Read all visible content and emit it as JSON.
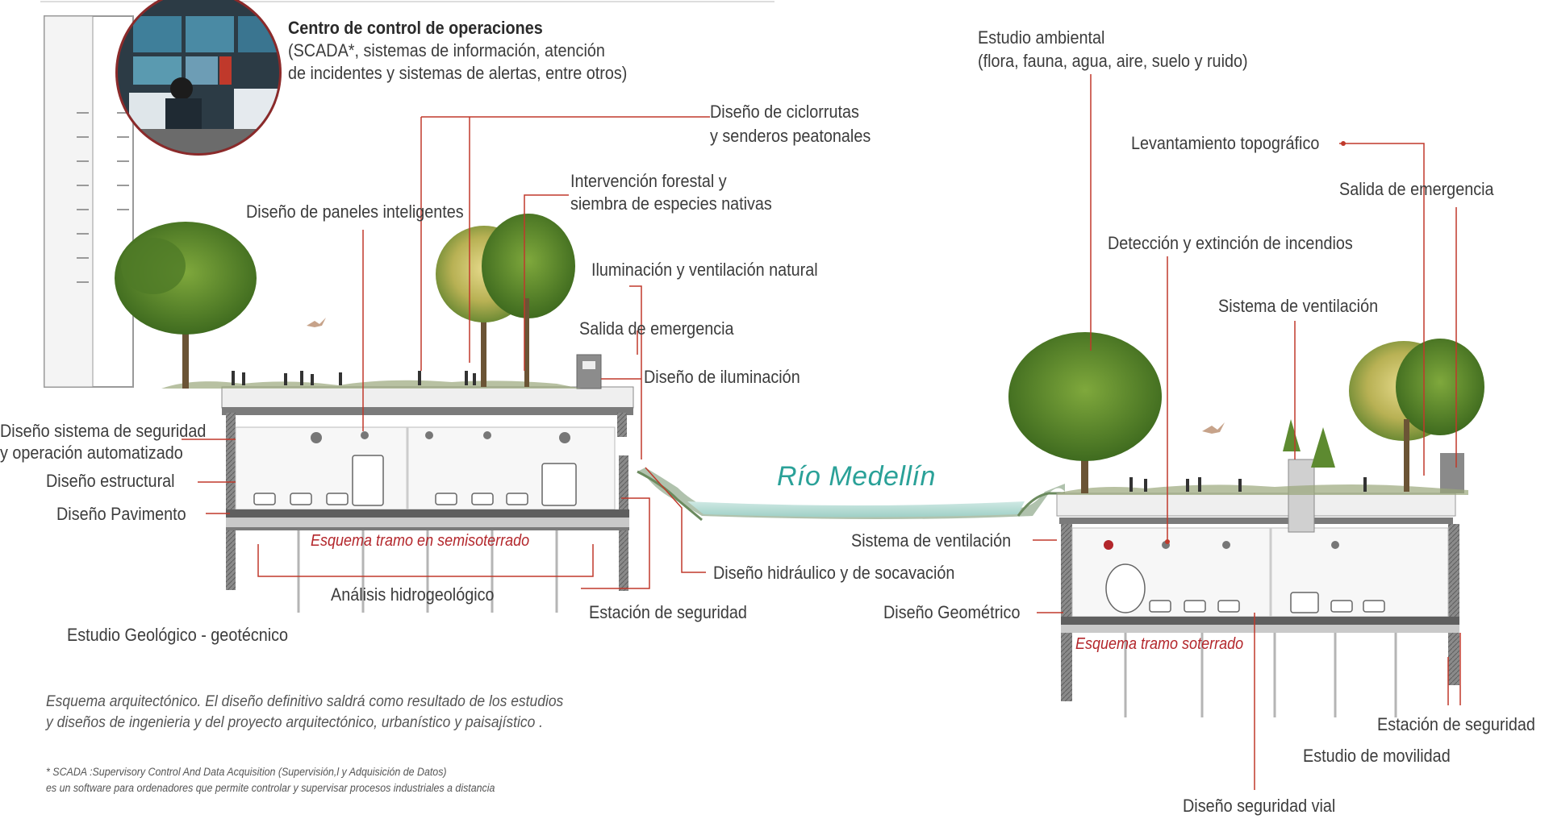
{
  "control_center": {
    "title": "Centro de control de operaciones",
    "line1": "(SCADA*,  sistemas de información, atención",
    "line2": " de incidentes y sistemas de alertas, entre otros)"
  },
  "river_name": "Río Medellín",
  "left_labels": {
    "ciclorrutas_1": "Diseño de ciclorrutas",
    "ciclorrutas_2": "y senderos peatonales",
    "forestal_1": "Intervención forestal y",
    "forestal_2": "siembra  de especies nativas",
    "paneles": "Diseño de paneles inteligentes",
    "iluminacion_natural": "Iluminación y ventilación natural",
    "salida_emergencia": "Salida de emergencia",
    "diseno_iluminacion": "Diseño de iluminación",
    "seguridad_1": "Diseño sistema de seguridad",
    "seguridad_2": "y operación automatizado",
    "estructural": "Diseño estructural",
    "pavimento": "Diseño Pavimento",
    "esquema": "Esquema tramo en semisoterrado",
    "hidrogeologico": "Análisis hidrogeológico",
    "geologico": "Estudio Geológico - geotécnico",
    "estacion_seguridad": "Estación de seguridad",
    "hidraulico": "Diseño hidráulico y de socavación"
  },
  "right_labels": {
    "ambiental_1": "Estudio ambiental",
    "ambiental_2": "(flora, fauna, agua, aire, suelo y ruido)",
    "topografico": "Levantamiento topográfico",
    "salida_emergencia": "Salida de emergencia",
    "incendios": "Detección y extinción de incendios",
    "ventilacion_top": "Sistema de ventilación",
    "ventilacion_left": "Sistema de ventilación",
    "geometrico": "Diseño Geométrico",
    "esquema": "Esquema tramo soterrado",
    "estacion_seguridad": "Estación de seguridad",
    "movilidad": "Estudio de movilidad",
    "seguridad_vial": "Diseño seguridad vial"
  },
  "note": {
    "line1": "Esquema arquitectónico. El diseño definitivo saldrá como resultado de los estudios",
    "line2": "y diseños de ingenieria y del proyecto arquitectónico, urbanístico y paisajístico ."
  },
  "footnote": {
    "line1": "* SCADA :Supervisory Control And Data Acquisition (Supervisión,l y Adquisición de Datos)",
    "line2": "  es un software para ordenadores que permite controlar y supervisar procesos industriales a distancia"
  },
  "colors": {
    "leader_red": "#c0392b",
    "river_text": "#2aa198",
    "concrete": "#7b7b7b",
    "tree_green": "#5f8a2e",
    "tree_yellow": "#c9b85a"
  }
}
